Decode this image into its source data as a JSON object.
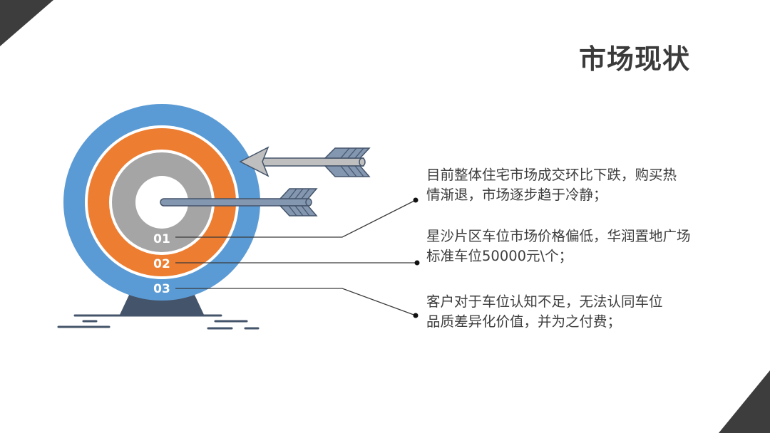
{
  "slide": {
    "title": "市场现状",
    "colors": {
      "corner": "#3d3d3d",
      "ring_outer": "#5b9bd5",
      "ring_middle": "#ed7d31",
      "ring_inner": "#a5a5a5",
      "stand": "#44546a",
      "arrow_gray": "#bfbfbf",
      "arrow_blue": "#8497b0"
    }
  },
  "target": {
    "rings": [
      {
        "label": "01",
        "color": "#a5a5a5"
      },
      {
        "label": "02",
        "color": "#ed7d31"
      },
      {
        "label": "03",
        "color": "#5b9bd5"
      }
    ]
  },
  "points": [
    {
      "number": "01",
      "lines": [
        "目前整体住宅市场成交环比下跌，购买热",
        "情渐退，市场逐步趋于冷静；"
      ]
    },
    {
      "number": "02",
      "lines": [
        "星沙片区车位市场价格偏低，华润置地广场",
        "标准车位50000元\\个；"
      ]
    },
    {
      "number": "03",
      "lines": [
        "客户对于车位认知不足，无法认同车位",
        "品质差异化价值，并为之付费；"
      ]
    }
  ]
}
